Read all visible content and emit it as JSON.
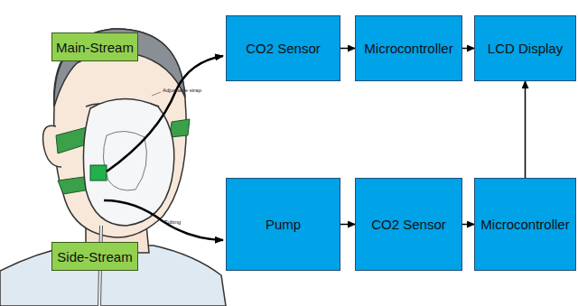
{
  "diagram": {
    "nodes": [
      {
        "text": [
          "Main-Stream"
        ]
      },
      {
        "text": [
          "CO2 Sensor"
        ]
      },
      {
        "text": [
          "Microcontroller"
        ]
      },
      {
        "text": [
          "LCD Display"
        ]
      },
      {
        "text": [
          "Pump"
        ]
      },
      {
        "text": [
          "CO2 Sensor"
        ]
      },
      {
        "text": [
          "Microcontroller"
        ]
      },
      {
        "text": [
          "Side-Stream"
        ]
      }
    ],
    "edges": [
      {
        "from": 1,
        "to": 2,
        "arrow": "to"
      },
      {
        "from": 2,
        "to": 3,
        "arrow": "to"
      },
      {
        "from": 4,
        "to": 5,
        "arrow": "to"
      },
      {
        "from": 5,
        "to": 6,
        "arrow": "to"
      },
      {
        "from": 6,
        "to": 3,
        "arrow": "to"
      }
    ],
    "labels": [
      "Adjustable strap",
      "Tubing"
    ]
  }
}
